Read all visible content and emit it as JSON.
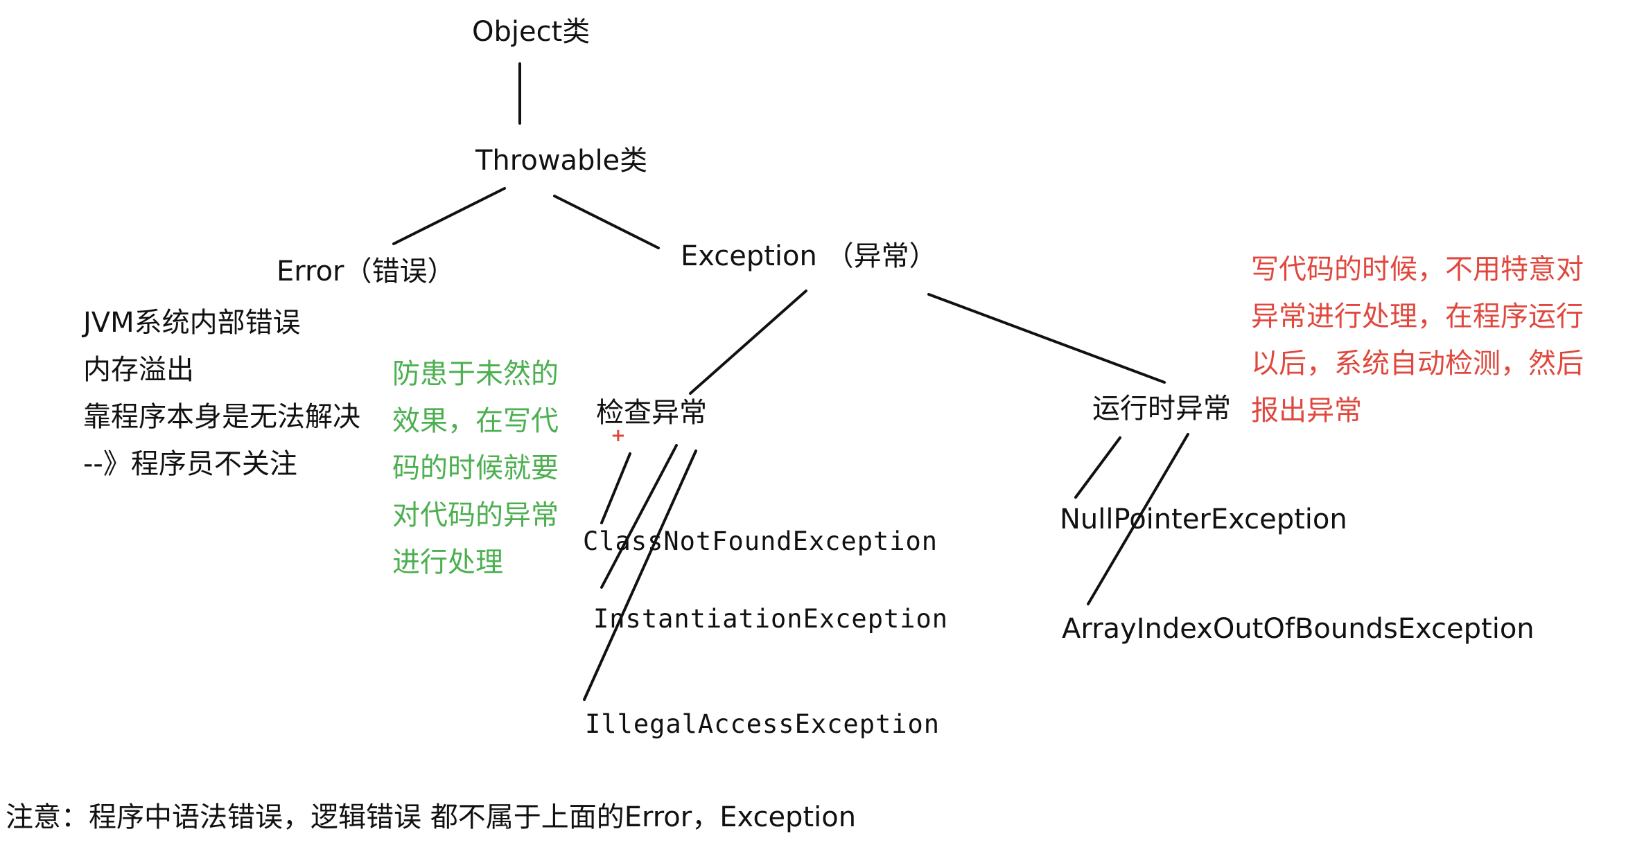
{
  "nodes": {
    "object": "Object类",
    "throwable": "Throwable类",
    "error": "Error（错误）",
    "exception": "Exception （异常）",
    "checked": "检查异常",
    "runtime": "运行时异常",
    "class_not_found": "ClassNotFoundException",
    "instantiation": "InstantiationException",
    "illegal_access": "IllegalAccessException",
    "null_pointer": "NullPointerException",
    "array_index": "ArrayIndexOutOfBoundsException"
  },
  "notes": {
    "error_lines": [
      "JVM系统内部错误",
      "内存溢出",
      "靠程序本身是无法解决",
      "--》程序员不关注"
    ],
    "checked_lines": [
      "防患于未然的",
      "效果，在写代",
      "码的时候就要",
      "对代码的异常",
      "进行处理"
    ],
    "runtime_lines": [
      "写代码的时候，不用特意对",
      "异常进行处理，在程序运行",
      "以后，系统自动检测，然后",
      "报出异常"
    ],
    "footer": "注意：程序中语法错误，逻辑错误  都不属于上面的Error，Exception"
  },
  "colors": {
    "text": "#111111",
    "green_note": "#4caf50",
    "red_note": "#e0483e",
    "lines": "#111111"
  }
}
